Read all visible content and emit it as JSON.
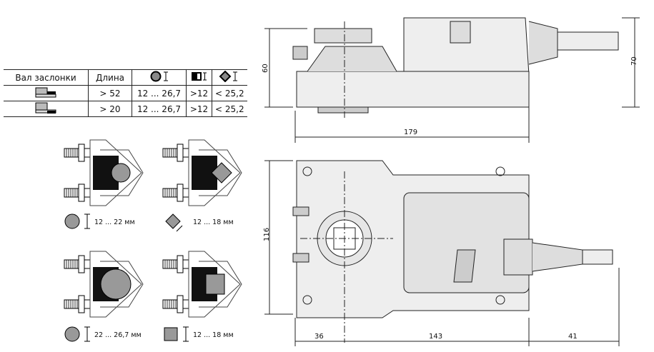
{
  "table": {
    "headers": [
      "Вал заслонки",
      "Длина",
      "round-shaft-icon",
      "square-shaft-icon",
      "diamond-shaft-icon"
    ],
    "rows": [
      {
        "length": "> 52",
        "round": "12 ... 26,7",
        "square": ">12",
        "diamond": "< 25,2"
      },
      {
        "length": "> 20",
        "round": "12 ... 26,7",
        "square": ">12",
        "diamond": "< 25,2"
      }
    ]
  },
  "clamps": [
    {
      "label": "12 ... 22 мм"
    },
    {
      "label": "12 ... 18 мм"
    },
    {
      "label": "22 ... 26,7 мм"
    },
    {
      "label": "12 ... 18 мм"
    }
  ],
  "side_view": {
    "height_left": "60",
    "height_right": "70",
    "length": "179"
  },
  "plan_view": {
    "width": "116",
    "dim_left": "36",
    "dim_mid": "143",
    "dim_right": "41"
  },
  "colors": {
    "shaft": "#9a9a9a",
    "body": "#e6e6e6",
    "line": "#222222"
  }
}
